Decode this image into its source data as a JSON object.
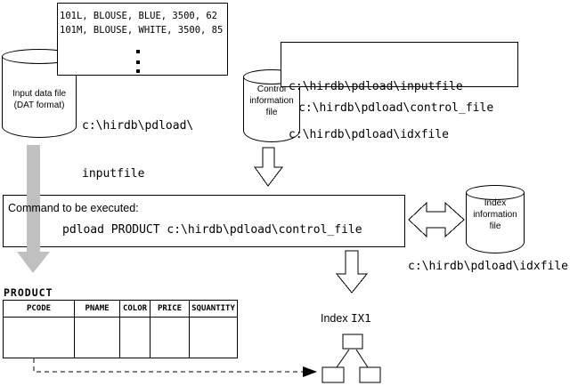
{
  "colors": {
    "arrow_gray": "#c0c0c0",
    "line_black": "#000000"
  },
  "input_section": {
    "records_box": {
      "lines": [
        "101L, BLOUSE, BLUE, 3500, 62",
        "101M, BLOUSE, WHITE, 3500, 85"
      ]
    },
    "cylinder_label": {
      "lines": [
        "Input data file",
        "(DAT format)"
      ]
    },
    "path": {
      "lines": [
        "c:\\hirdb\\pdload\\",
        "inputfile"
      ]
    }
  },
  "control_section": {
    "files_box": {
      "lines": [
        "c:\\hirdb\\pdload\\inputfile",
        "c:\\hirdb\\pdload\\idxfile"
      ]
    },
    "cylinder_label": {
      "lines": [
        "Control",
        "information",
        "file"
      ]
    },
    "path": "c:\\hirdb\\pdload\\control_file"
  },
  "command": {
    "title": "Command to be executed:",
    "line": "pdload PRODUCT c:\\hirdb\\pdload\\control_file"
  },
  "index_file_section": {
    "cylinder_label": {
      "lines": [
        "Index",
        "information",
        "file"
      ]
    },
    "path": "c:\\hirdb\\pdload\\idxfile"
  },
  "product_table": {
    "title": "PRODUCT",
    "headers": [
      "PCODE",
      "PNAME",
      "COLOR",
      "PRICE",
      "SQUANTITY"
    ]
  },
  "index_tree": {
    "label_word": "Index",
    "label_name": "IX1"
  }
}
